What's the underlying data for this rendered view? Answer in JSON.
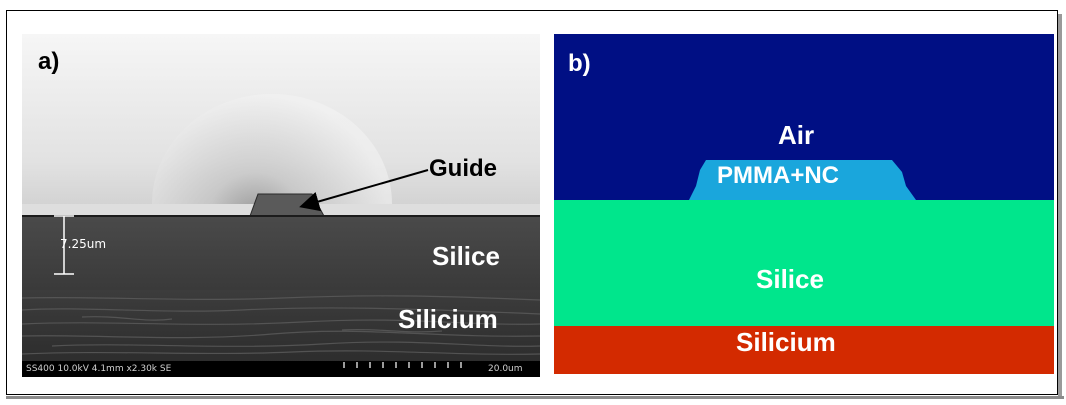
{
  "panel_a": {
    "label": "a)",
    "guide_label": "Guide",
    "silice_label": "Silice",
    "silicium_label": "Silicium",
    "thickness_label": "7.25um",
    "sem_info": "SS400 10.0kV 4.1mm x2.30k SE",
    "sem_scale": "20.0um"
  },
  "panel_b": {
    "label": "b)",
    "air_label": "Air",
    "core_label": "PMMA+NC",
    "silice_label": "Silice",
    "silicium_label": "Silicium",
    "colors": {
      "air": "#000f84",
      "core": "#1aa6dc",
      "silice": "#00e68c",
      "silicium": "#d32a00"
    }
  }
}
